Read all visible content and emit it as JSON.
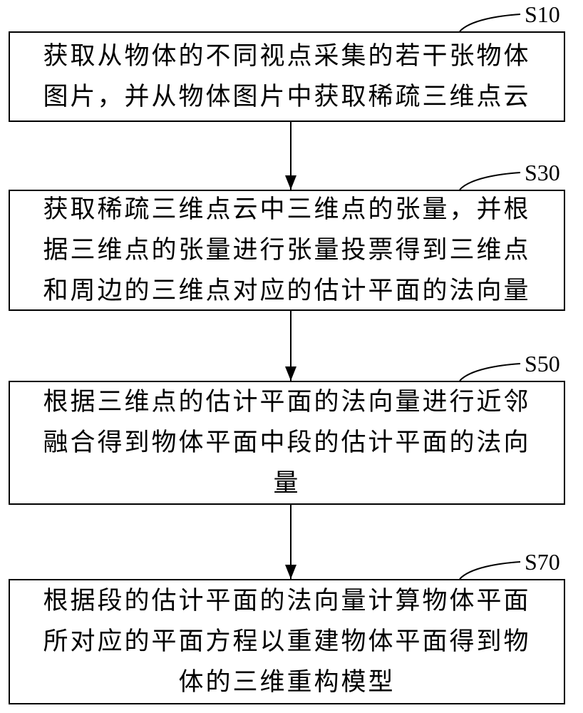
{
  "steps": [
    {
      "id": "S10",
      "lines": [
        "获取从物体的不同视点采集的若干张物体",
        "图片，并从物体图片中获取稀疏三维点云"
      ]
    },
    {
      "id": "S30",
      "lines": [
        "获取稀疏三维点云中三维点的张量，并根",
        "据三维点的张量进行张量投票得到三维点",
        "和周边的三维点对应的估计平面的法向量"
      ]
    },
    {
      "id": "S50",
      "lines": [
        "根据三维点的估计平面的法向量进行近邻",
        "融合得到物体平面中段的估计平面的法向",
        "量"
      ]
    },
    {
      "id": "S70",
      "lines": [
        "根据段的估计平面的法向量计算物体平面",
        "所对应的平面方程以重建物体平面得到物",
        "体的三维重构模型"
      ]
    }
  ]
}
